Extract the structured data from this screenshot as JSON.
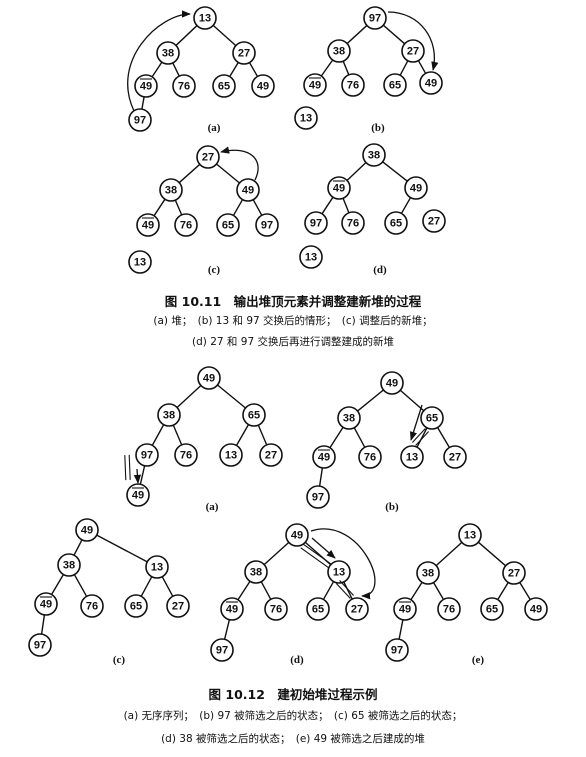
{
  "figure_1": {
    "title": "图 10.11　输出堆顶元素并调整建新堆的过程",
    "lines": [
      "(a) 堆；　(b) 13 和 97 交换后的情形；　(c) 调整后的新堆；",
      "(d) 27 和 97 交换后再进行调整建成的新堆"
    ],
    "panels": [
      {
        "label": "(a)",
        "values": [
          "13",
          "38",
          "27",
          "49",
          "76",
          "65",
          "49",
          "97"
        ],
        "overline": [
          3
        ]
      },
      {
        "label": "(b)",
        "values": [
          "97",
          "38",
          "27",
          "49",
          "76",
          "65",
          "49",
          "13"
        ],
        "overline": [
          3
        ]
      },
      {
        "label": "(c)",
        "values": [
          "27",
          "38",
          "49",
          "49",
          "76",
          "65",
          "97",
          "13"
        ],
        "overline": [
          3
        ]
      },
      {
        "label": "(d)",
        "values": [
          "38",
          "49",
          "49",
          "97",
          "76",
          "65",
          "27",
          "13"
        ],
        "overline": [
          1
        ]
      }
    ]
  },
  "figure_2": {
    "title": "图 10.12　建初始堆过程示例",
    "lines": [
      "(a) 无序序列；　(b) 97 被筛选之后的状态；　(c) 65 被筛选之后的状态；",
      "(d) 38 被筛选之后的状态；　(e) 49 被筛选之后建成的堆"
    ],
    "panels": [
      {
        "label": "(a)",
        "values": [
          "49",
          "38",
          "65",
          "97",
          "76",
          "13",
          "27",
          "49"
        ],
        "overline": [
          7
        ]
      },
      {
        "label": "(b)",
        "values": [
          "49",
          "38",
          "65",
          "49",
          "76",
          "13",
          "27",
          "97"
        ],
        "overline": [
          3
        ]
      },
      {
        "label": "(c)",
        "values": [
          "49",
          "38",
          "13",
          "49",
          "76",
          "65",
          "27",
          "97"
        ],
        "overline": [
          3
        ]
      },
      {
        "label": "(d)",
        "values": [
          "49",
          "38",
          "13",
          "49",
          "76",
          "65",
          "27",
          "97"
        ],
        "overline": [
          3
        ]
      },
      {
        "label": "(e)",
        "values": [
          "13",
          "38",
          "27",
          "49",
          "76",
          "65",
          "49",
          "97"
        ],
        "overline": [
          3
        ]
      }
    ]
  }
}
